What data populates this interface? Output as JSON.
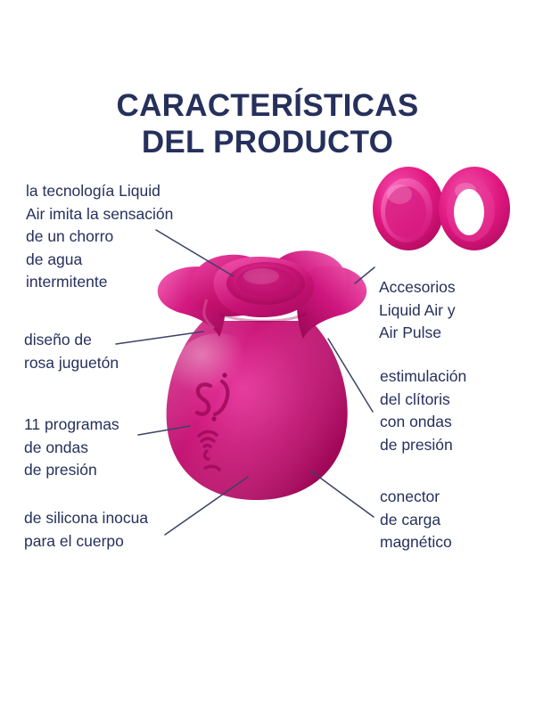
{
  "title": {
    "line1": "CARACTERÍSTICAS",
    "line2": "DEL PRODUCTO"
  },
  "colors": {
    "text_navy": "#26305c",
    "background": "#ffffff",
    "product_magenta_dark": "#a8095e",
    "product_magenta": "#c2106e",
    "product_magenta_light": "#e02a8e",
    "product_highlight": "#f05fb0",
    "leader_line": "#3a4266"
  },
  "callouts": {
    "liquid_air": "la tecnología Liquid\nAir imita la sensación\nde un chorro\nde agua\nintermitente",
    "rose_design": "diseño de\nrosa juguetón",
    "programs": "11 programas\nde ondas\nde presión",
    "silicone": "de silicona inocua\npara el cuerpo",
    "accessories": "Accesorios\nLiquid Air y\nAir Pulse",
    "clitoris": "estimulación\ndel clítoris\ncon ondas\nde presión",
    "connector": "conector\nde carga\nmagnético"
  },
  "product": {
    "name": "rose-shaped-pressure-wave-stimulator",
    "brand_logo": "satisfyer-sf-logo",
    "buttons": [
      "pressure-wave-button",
      "power-button"
    ],
    "accessories": [
      "liquid-air-cap-accessory",
      "air-pulse-ring-accessory"
    ]
  }
}
